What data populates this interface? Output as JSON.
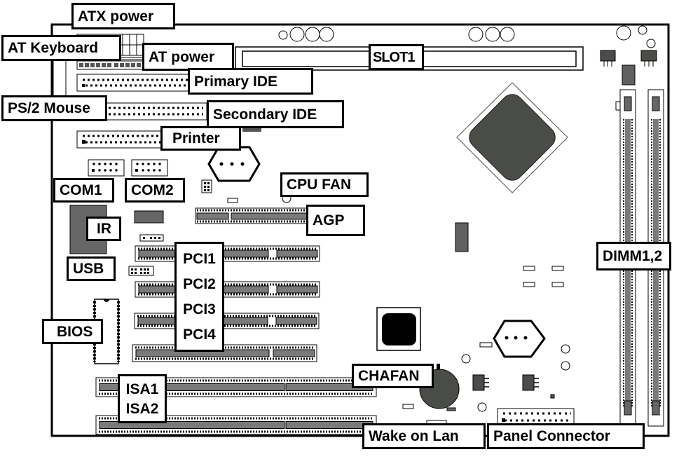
{
  "diagram": {
    "title": "Motherboard layout",
    "labels": {
      "atx_power": "ATX  power",
      "at_keyboard": "AT  Keyboard",
      "at_power": "AT  power",
      "slot1": "SLOT1",
      "primary_ide": "Primary  IDE",
      "ps2_mouse": "PS/2 Mouse",
      "secondary_ide": "Secondary  IDE",
      "printer": "Printer",
      "com1": "COM1",
      "com2": "COM2",
      "cpu_fan": "CPU FAN",
      "agp": "AGP",
      "ir": "IR",
      "usb": "USB",
      "pci": [
        "PCI1",
        "PCI2",
        "PCI3",
        "PCI4"
      ],
      "bios": "BIOS",
      "isa": [
        "ISA1",
        "ISA2"
      ],
      "chafan": "CHAFAN",
      "wake_on_lan": "Wake on Lan",
      "panel_connector": "Panel Connector",
      "dimm": "DIMM1,2"
    },
    "colors": {
      "outline": "#000000",
      "chip_dark": "#4a4c48",
      "slot_gray": "#7a7a7a",
      "component_gray": "#606060",
      "background": "#ffffff"
    }
  }
}
